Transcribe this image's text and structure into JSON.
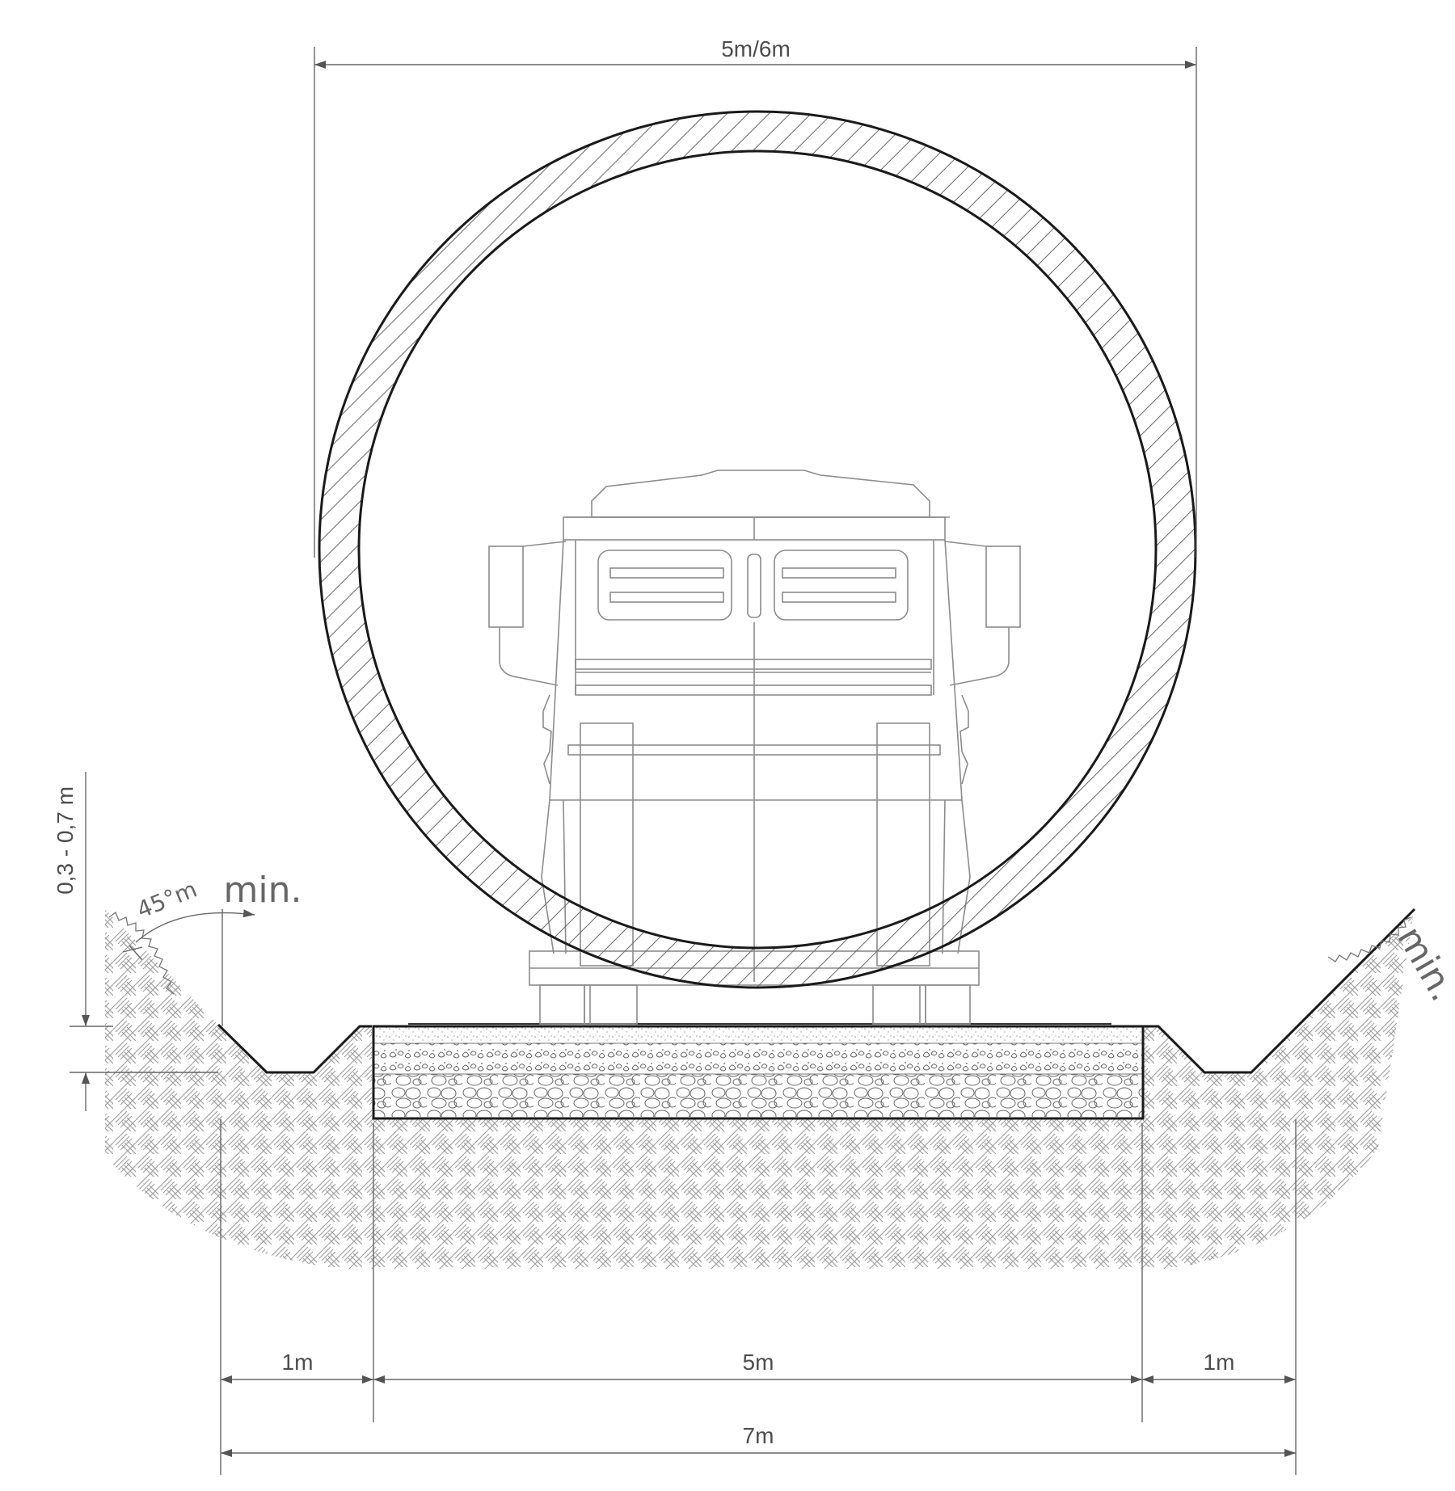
{
  "dimensions": {
    "top_width": "5m/6m",
    "lane_left": "1m",
    "road_width": "5m",
    "lane_right": "1m",
    "total_width": "7m",
    "ditch_depth": "0,3 - 0,7 m"
  },
  "annotations": {
    "slope_angle": "45°m",
    "min_left": "min.",
    "min_right": "min."
  },
  "colors": {
    "line": "#1a1a1a",
    "dimension": "#555555",
    "hatch": "#9a9a9a",
    "text": "#4d4d4d"
  }
}
